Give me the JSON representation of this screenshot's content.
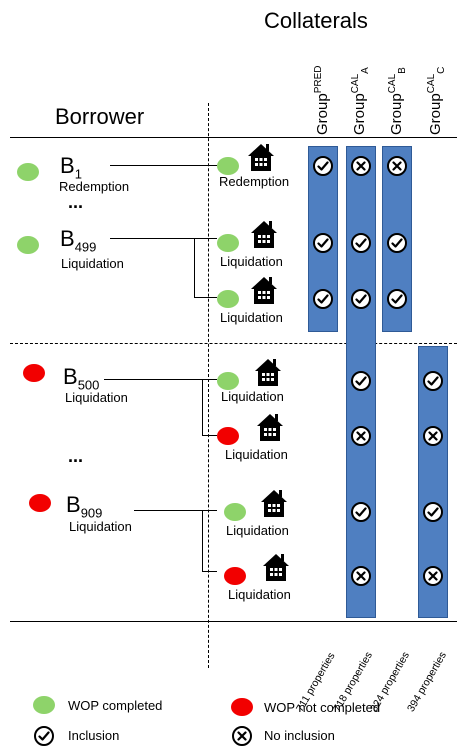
{
  "header": {
    "collaterals": "Collaterals",
    "borrower": "Borrower"
  },
  "columns": [
    {
      "base": "Group",
      "sup": "PRED",
      "sub": ""
    },
    {
      "base": "Group",
      "sup": "CAL",
      "sub": "A"
    },
    {
      "base": "Group",
      "sup": "CAL",
      "sub": "B"
    },
    {
      "base": "Group",
      "sup": "CAL",
      "sub": "C"
    }
  ],
  "borrowers": [
    {
      "base": "B",
      "sub": "1",
      "status": "Redemption",
      "color": "green"
    },
    {
      "base": "B",
      "sub": "499",
      "status": "Liquidation",
      "color": "green"
    },
    {
      "base": "B",
      "sub": "500",
      "status": "Liquidation",
      "color": "red"
    },
    {
      "base": "B",
      "sub": "909",
      "status": "Liquidation",
      "color": "red"
    }
  ],
  "ellipsis": "...",
  "properties": [
    {
      "label": "Redemption",
      "color": "green",
      "marks": [
        "check",
        "cross",
        "cross",
        null
      ]
    },
    {
      "label": "Liquidation",
      "color": "green",
      "marks": [
        "check",
        "check",
        "check",
        null
      ]
    },
    {
      "label": "Liquidation",
      "color": "green",
      "marks": [
        "check",
        "check",
        "check",
        null
      ]
    },
    {
      "label": "Liquidation",
      "color": "green",
      "marks": [
        null,
        "check",
        null,
        "check"
      ]
    },
    {
      "label": "Liquidation",
      "color": "red",
      "marks": [
        null,
        "cross",
        null,
        "cross"
      ]
    },
    {
      "label": "Liquidation",
      "color": "green",
      "marks": [
        null,
        "check",
        null,
        "check"
      ]
    },
    {
      "label": "Liquidation",
      "color": "red",
      "marks": [
        null,
        "cross",
        null,
        "cross"
      ]
    }
  ],
  "property_counts": [
    "711 properties",
    "718 properties",
    "324 properties",
    "394 properties"
  ],
  "legend": {
    "wop_completed": "WOP completed",
    "wop_not_completed": "WOP not completed",
    "inclusion": "Inclusion",
    "no_inclusion": "No inclusion"
  },
  "colors": {
    "green": "#8ed36a",
    "red": "#f20000",
    "bar_fill": "#4f7fc1"
  },
  "icons": [
    "house-icon",
    "check-icon",
    "cross-icon"
  ]
}
